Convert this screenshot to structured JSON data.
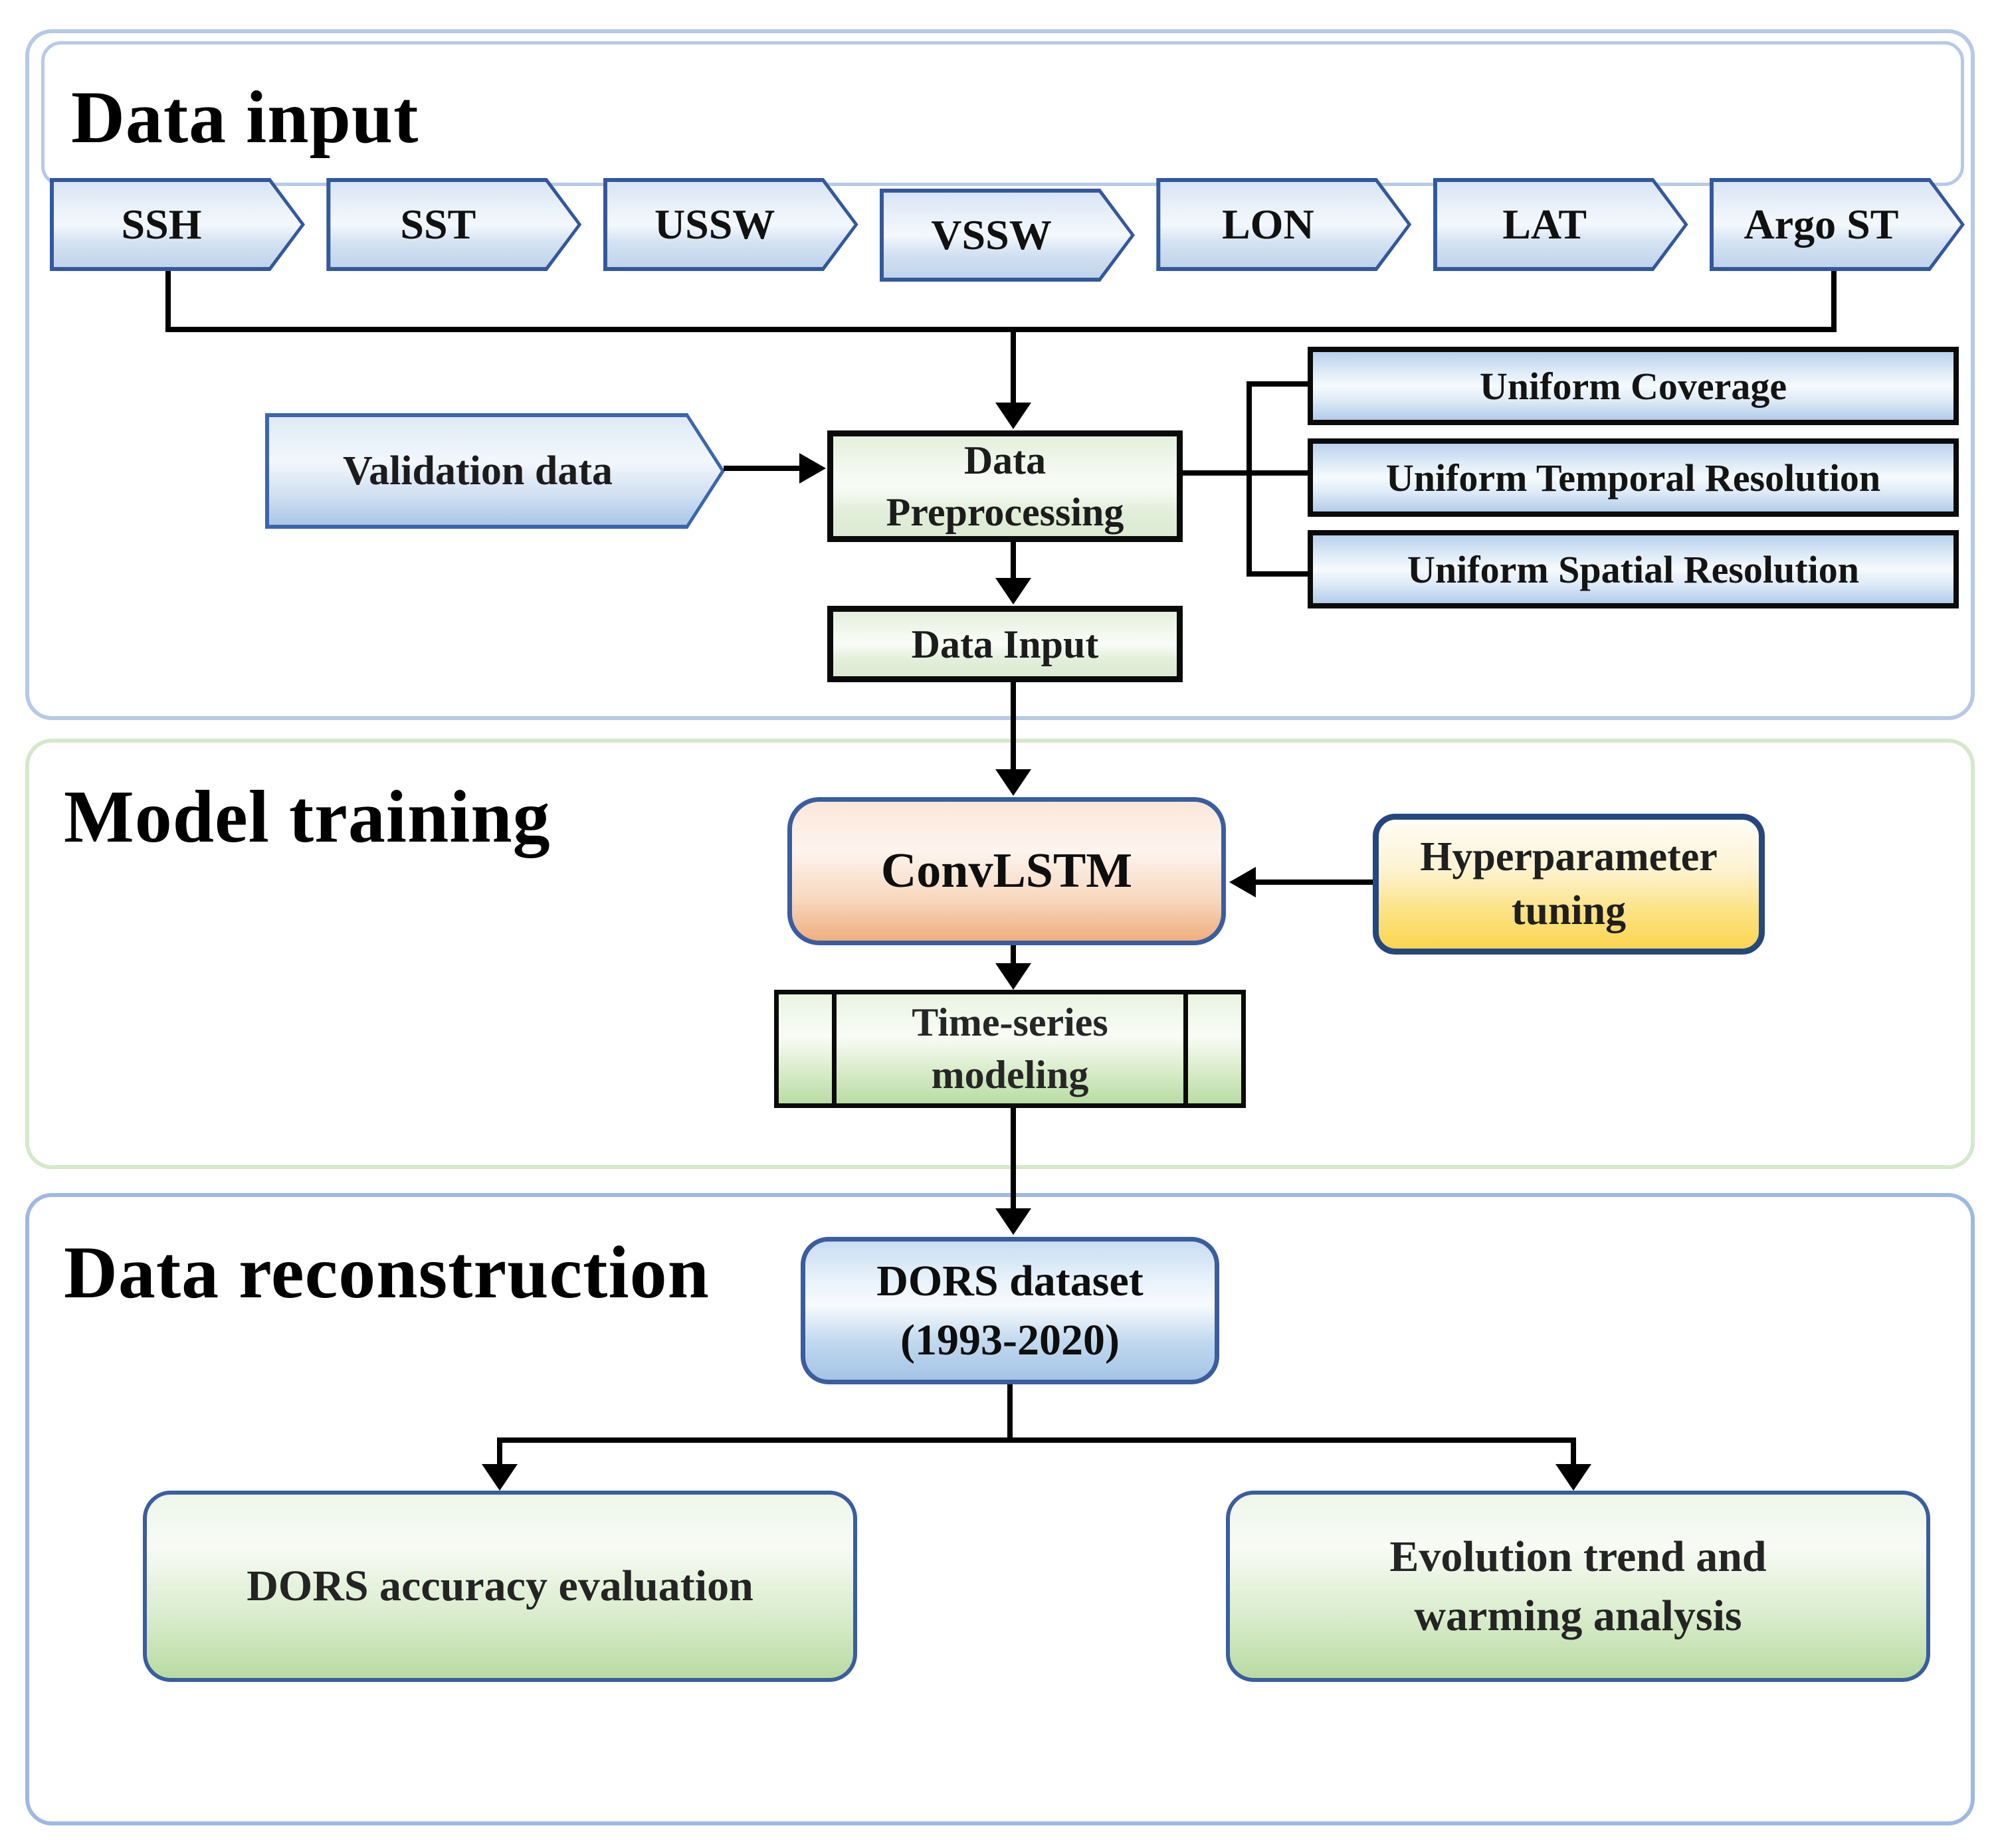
{
  "figure": {
    "type": "flowchart",
    "background": "#ffffff"
  },
  "sections": {
    "data_input": {
      "title": "Data input"
    },
    "model_training": {
      "title": "Model training"
    },
    "data_reconstruction": {
      "title": "Data reconstruction"
    }
  },
  "input_variables": [
    "SSH",
    "SST",
    "USSW",
    "VSSW",
    "LON",
    "LAT",
    "Argo ST"
  ],
  "preprocessing": {
    "validation_label": "Validation data",
    "box_line1": "Data",
    "box_line2": "Preprocessing",
    "outputs": [
      "Uniform Coverage",
      "Uniform Temporal  Resolution",
      "Uniform  Spatial Resolution"
    ],
    "data_input_label": "Data Input"
  },
  "model": {
    "convlstm_label": "ConvLSTM",
    "hyperparameter_line1": "Hyperparameter",
    "hyperparameter_line2": "tuning",
    "time_series_line1": "Time-series",
    "time_series_line2": "modeling"
  },
  "reconstruction": {
    "dataset_line1": "DORS dataset",
    "dataset_line2": "(1993-2020)",
    "accuracy_label": "DORS accuracy  evaluation",
    "trend_line1": "Evolution trend and",
    "trend_line2": "warming analysis"
  },
  "colors": {
    "panel_blue_border": "#b7c9e8",
    "panel_green_border": "#d5e8cb",
    "panel_blue2_border": "#9db9e2",
    "chevron_border": "#33589c",
    "chevron_fill_top": "#d9e5f4",
    "chevron_fill_bottom": "#bfd4eb",
    "process_green_fill": "#e4efdc",
    "uniform_blue_fill": "#b9d1ec",
    "convlstm_orange": "#efae7d",
    "convlstm_border": "#3a5da0",
    "hyperparameter_gold": "#fbd44f",
    "hyperparameter_border": "#25477f",
    "dors_blue": "#a4c4e6",
    "result_green": "#b8dba1",
    "line_color": "#000000"
  }
}
